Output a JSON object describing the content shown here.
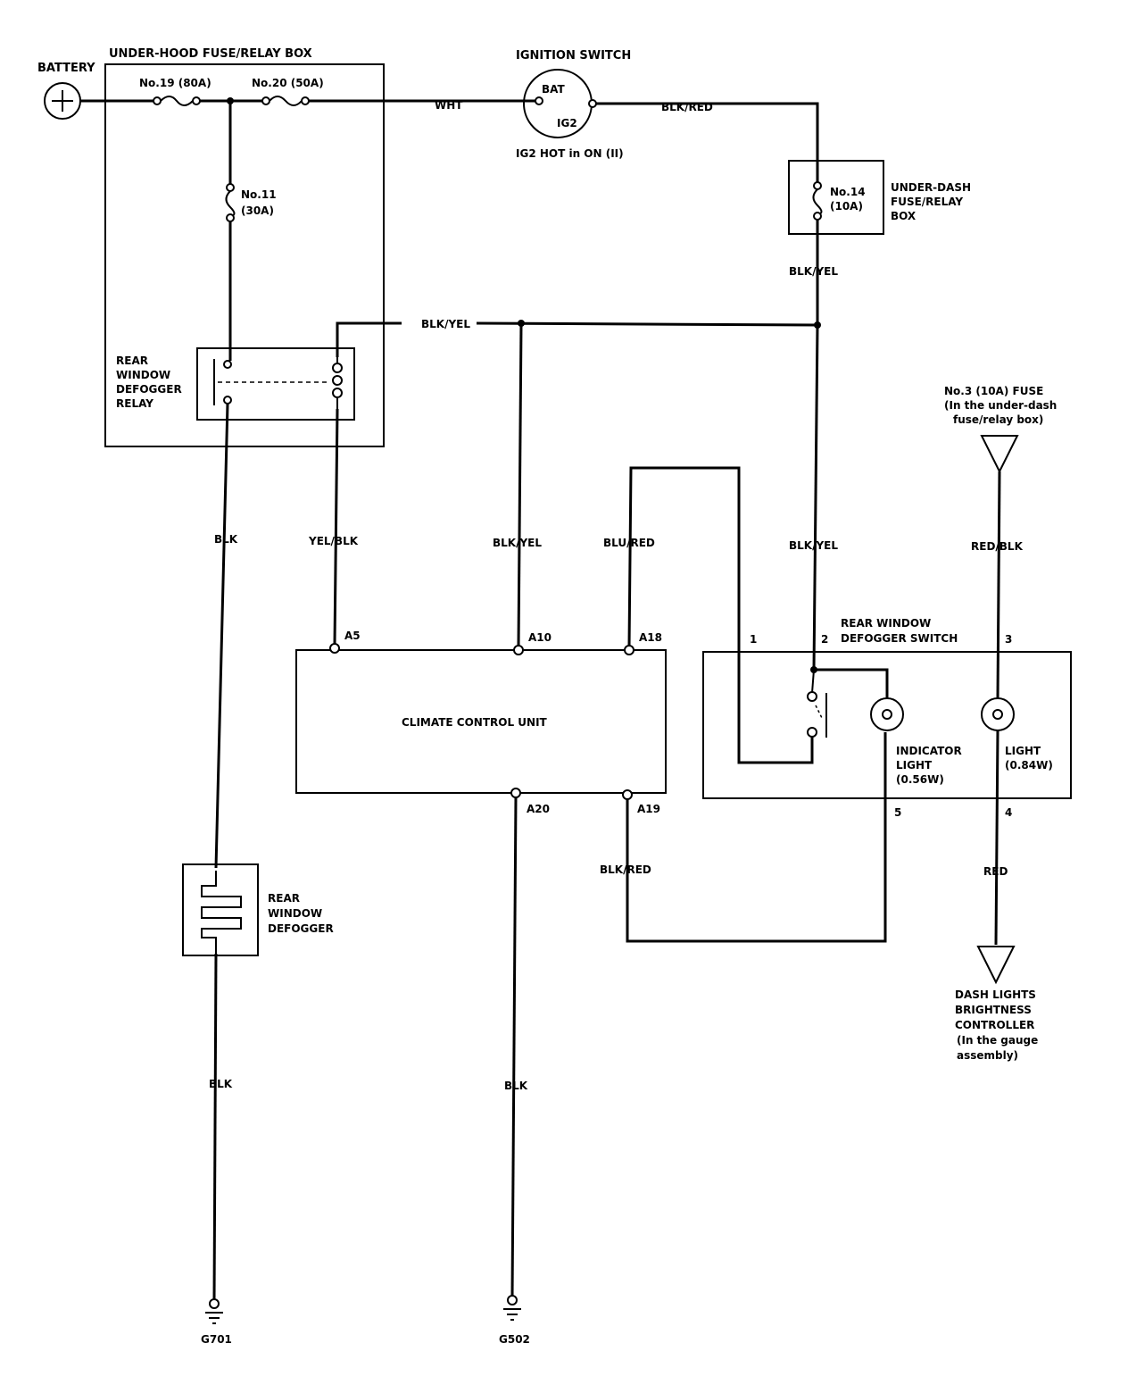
{
  "components": {
    "battery": "BATTERY",
    "underhood_box": "UNDER-HOOD FUSE/RELAY BOX",
    "fuse_19": "No.19 (80A)",
    "fuse_20": "No.20 (50A)",
    "fuse_11_name": "No.11",
    "fuse_11_rating": "(30A)",
    "relay": [
      "REAR",
      "WINDOW",
      "DEFOGGER",
      "RELAY"
    ],
    "ignition_switch": "IGNITION SWITCH",
    "ign_bat": "BAT",
    "ign_ig2": "IG2",
    "ign_note": "IG2 HOT in ON (II)",
    "fuse_14_name": "No.14",
    "fuse_14_rating": "(10A)",
    "underdash_box": [
      "UNDER-DASH",
      "FUSE/RELAY",
      "BOX"
    ],
    "climate_unit": "CLIMATE CONTROL UNIT",
    "defogger_switch": [
      "REAR WINDOW",
      "DEFOGGER SWITCH"
    ],
    "indicator_light": [
      "INDICATOR",
      "LIGHT",
      "(0.56W)"
    ],
    "light": [
      "LIGHT",
      "(0.84W)"
    ],
    "fuse_3": [
      "No.3 (10A) FUSE",
      "(In the under-dash",
      "fuse/relay box)"
    ],
    "dash_controller": [
      "DASH LIGHTS",
      "BRIGHTNESS",
      "CONTROLLER",
      "(In the gauge",
      "assembly)"
    ],
    "defogger": [
      "REAR",
      "WINDOW",
      "DEFOGGER"
    ],
    "ground_g701": "G701",
    "ground_g502": "G502"
  },
  "wires": {
    "wht": "WHT",
    "blk_red_top": "BLK/RED",
    "blk_yel_fuse14": "BLK/YEL",
    "blk_yel_bus": "BLK/YEL",
    "blk_relay": "BLK",
    "yel_blk": "YEL/BLK",
    "blk_yel_a10": "BLK/YEL",
    "blu_red": "BLU/RED",
    "blk_yel_sw": "BLK/YEL",
    "red_blk": "RED/BLK",
    "blk_red_a19": "BLK/RED",
    "red": "RED",
    "blk_g701": "BLK",
    "blk_g502": "BLK"
  },
  "pins": {
    "a5": "A5",
    "a10": "A10",
    "a18": "A18",
    "a20": "A20",
    "a19": "A19",
    "p1": "1",
    "p2": "2",
    "p3": "3",
    "p4": "4",
    "p5": "5"
  }
}
